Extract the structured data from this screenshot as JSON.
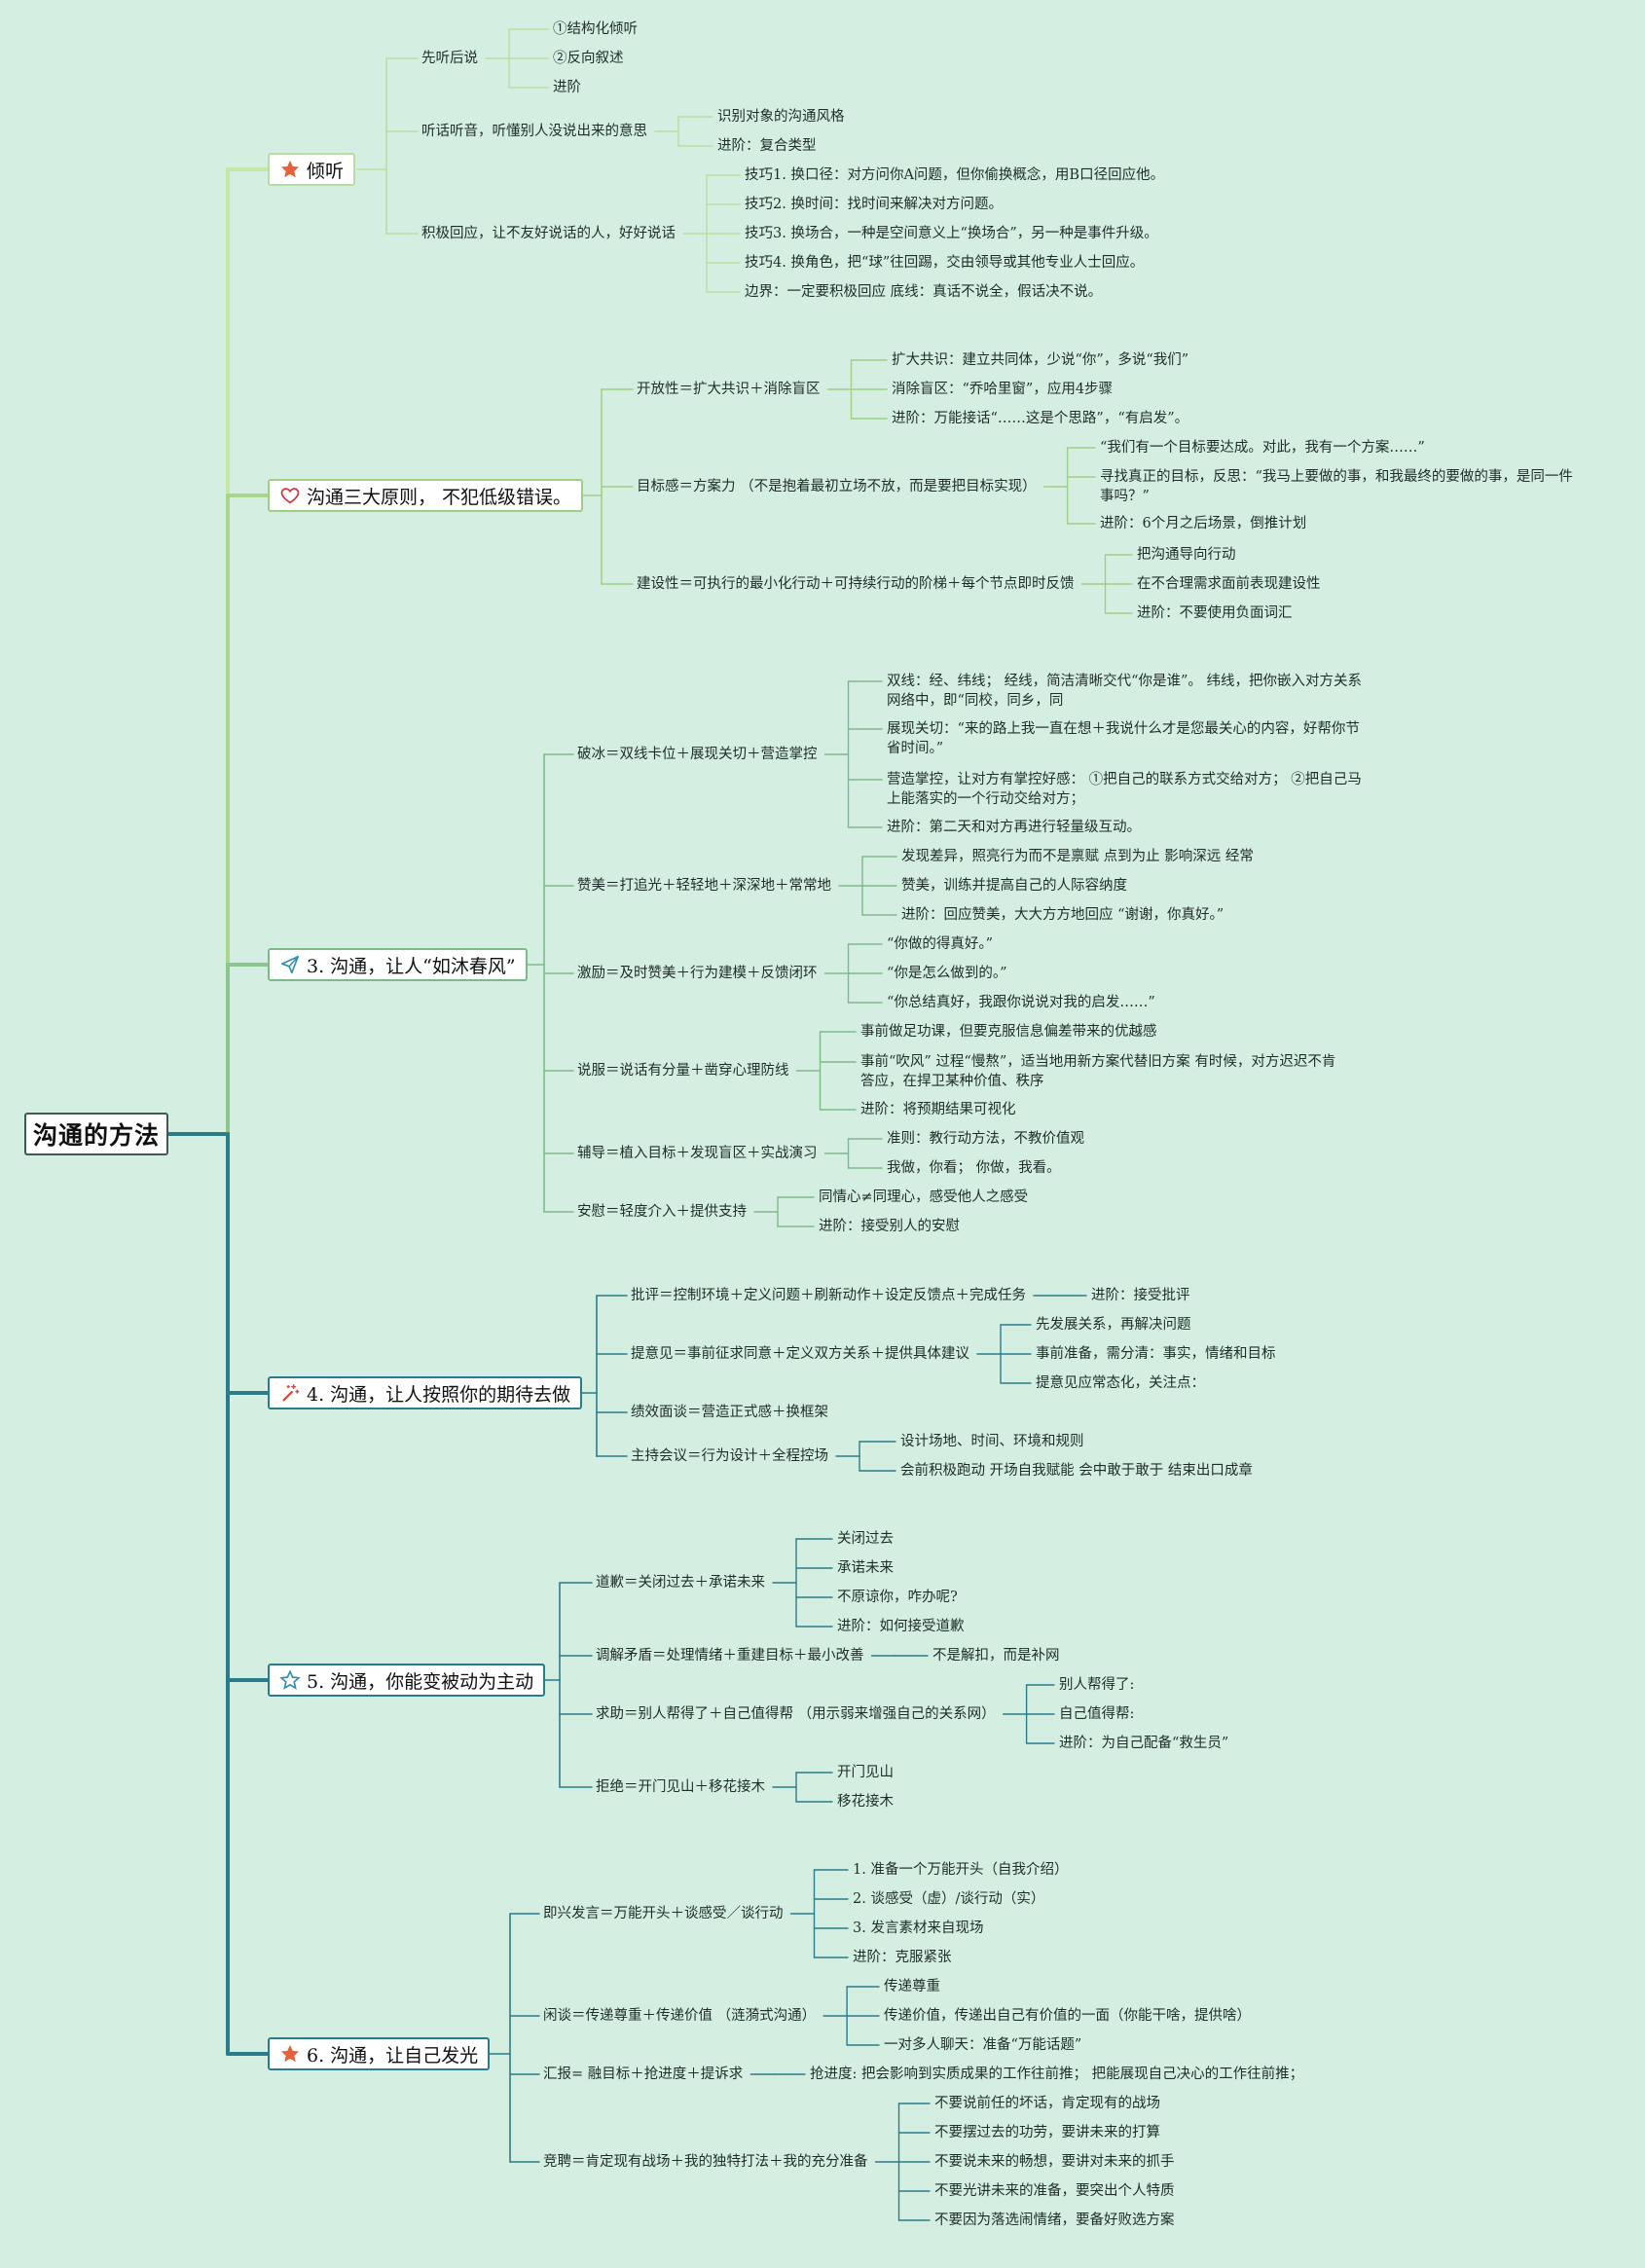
{
  "root": "沟通的方法",
  "branches": [
    {
      "label": "倾听",
      "icon": "star-filled-icon",
      "color": "#b6dea0",
      "children": [
        {
          "label": "先听后说",
          "children": [
            "①结构化倾听",
            "②反向叙述",
            "进阶"
          ]
        },
        {
          "label": "听话听音，听懂别人没说出来的意思",
          "children": [
            "识别对象的沟通风格",
            "进阶：复合类型"
          ]
        },
        {
          "label": "积极回应，让不友好说话的人，好好说话",
          "children": [
            "技巧1. 换口径：对方问你A问题，但你偷换概念，用B口径回应他。",
            "技巧2. 换时间：找时间来解决对方问题。",
            "技巧3. 换场合，一种是空间意义上“换场合”，另一种是事件升级。",
            "技巧4. 换角色，把“球”往回踢，交由领导或其他专业人士回应。",
            "边界：一定要积极回应 底线：真话不说全，假话决不说。"
          ]
        }
      ]
    },
    {
      "label": "沟通三大原则， 不犯低级错误。",
      "icon": "heart-icon",
      "color": "#9fcf86",
      "children": [
        {
          "label": "开放性＝扩大共识＋消除盲区",
          "children": [
            "扩大共识：建立共同体，少说“你”，多说“我们”",
            "消除盲区：“乔哈里窗”，应用4步骤",
            "进阶：万能接话“……这是个思路”，“有启发”。"
          ]
        },
        {
          "label": "目标感＝方案力 （不是抱着最初立场不放，而是要把目标实现）",
          "children": [
            "“我们有一个目标要达成。对此，我有一个方案……”",
            "寻找真正的目标，反思：“我马上要做的事，和我最终的要做的事，是同一件事吗？”",
            "进阶：6个月之后场景，倒推计划"
          ]
        },
        {
          "label": "建设性＝可执行的最小化行动＋可持续行动的阶梯＋每个节点即时反馈",
          "children": [
            "把沟通导向行动",
            "在不合理需求面前表现建设性",
            "进阶：不要使用负面词汇"
          ]
        }
      ]
    },
    {
      "label": "3. 沟通，让人“如沐春风”",
      "icon": "paper-plane-icon",
      "color": "#7fb98a",
      "children": [
        {
          "label": "破冰＝双线卡位＋展现关切＋营造掌控",
          "children": [
            "双线：经、纬线； 经线，简洁清晰交代“你是谁”。 纬线，把你嵌入对方关系网络中，即“同校，同乡，同",
            "展现关切：“来的路上我一直在想＋我说什么才是您最关心的内容，好帮你节省时间。”",
            "营造掌控，让对方有掌控好感： ①把自己的联系方式交给对方； ②把自己马上能落实的一个行动交给对方；",
            "进阶：第二天和对方再进行轻量级互动。"
          ]
        },
        {
          "label": "赞美＝打追光＋轻轻地＋深深地＋常常地",
          "children": [
            "发现差异，照亮行为而不是禀赋 点到为止 影响深远 经常",
            "赞美，训练并提高自己的人际容纳度",
            "进阶：回应赞美，大大方方地回应 “谢谢，你真好。”"
          ]
        },
        {
          "label": "激励＝及时赞美＋行为建模＋反馈闭环",
          "children": [
            "“你做的得真好。”",
            "“你是怎么做到的。”",
            "“你总结真好，我跟你说说对我的启发……”"
          ]
        },
        {
          "label": "说服＝说话有分量＋凿穿心理防线",
          "children": [
            "事前做足功课，但要克服信息偏差带来的优越感",
            "事前“吹风” 过程“慢熬”，适当地用新方案代替旧方案 有时候，对方迟迟不肯答应，在捍卫某种价值、秩序",
            "进阶：将预期结果可视化"
          ]
        },
        {
          "label": "辅导＝植入目标＋发现盲区＋实战演习",
          "children": [
            "准则：教行动方法，不教价值观",
            "我做，你看； 你做，我看。"
          ]
        },
        {
          "label": "安慰＝轻度介入＋提供支持",
          "children": [
            "同情心≠同理心，感受他人之感受",
            "进阶：接受别人的安慰"
          ]
        }
      ]
    },
    {
      "label": "4. 沟通，让人按照你的期待去做",
      "icon": "sparkle-stick-icon",
      "color": "#2b7c8a",
      "children": [
        {
          "label": "批评＝控制环境＋定义问题＋刷新动作＋设定反馈点＋完成任务",
          "children": [
            "进阶：接受批评"
          ]
        },
        {
          "label": "提意见＝事前征求同意＋定义双方关系＋提供具体建议",
          "children": [
            "先发展关系，再解决问题",
            "事前准备，需分清：事实，情绪和目标",
            "提意见应常态化，关注点："
          ]
        },
        {
          "label": "绩效面谈＝营造正式感＋换框架",
          "children": []
        },
        {
          "label": "主持会议＝行为设计＋全程控场",
          "children": [
            "设计场地、时间、环境和规则",
            "会前积极跑动 开场自我赋能 会中敢于敢于 结束出口成章"
          ]
        }
      ]
    },
    {
      "label": "5. 沟通，你能变被动为主动",
      "icon": "star-outline-icon",
      "color": "#2b7c8a",
      "children": [
        {
          "label": "道歉＝关闭过去＋承诺未来",
          "children": [
            "关闭过去",
            "承诺未来",
            "不原谅你，咋办呢?",
            "进阶：如何接受道歉"
          ]
        },
        {
          "label": "调解矛盾＝处理情绪＋重建目标＋最小改善",
          "children": [
            "不是解扣，而是补网"
          ]
        },
        {
          "label": "求助＝别人帮得了＋自己值得帮 （用示弱来增强自己的关系网）",
          "children": [
            "别人帮得了:",
            "自己值得帮:",
            "进阶：为自己配备“救生员”"
          ]
        },
        {
          "label": "拒绝＝开门见山＋移花接木",
          "children": [
            "开门见山",
            "移花接木"
          ]
        }
      ]
    },
    {
      "label": "6. 沟通，让自己发光",
      "icon": "star-filled-icon",
      "color": "#2b7c8a",
      "children": [
        {
          "label": "即兴发言＝万能开头＋谈感受／谈行动",
          "children": [
            "1. 准备一个万能开头（自我介绍）",
            "2. 谈感受（虚）/谈行动（实）",
            "3. 发言素材来自现场",
            "进阶：克服紧张"
          ]
        },
        {
          "label": "闲谈＝传递尊重＋传递价值 （涟漪式沟通）",
          "children": [
            "传递尊重",
            "传递价值，传递出自己有价值的一面（你能干啥，提供啥）",
            "一对多人聊天：准备“万能话题”"
          ]
        },
        {
          "label": "汇报= 融目标＋抢进度＋提诉求",
          "children": [
            "抢进度: 把会影响到实质成果的工作往前推； 把能展现自己决心的工作往前推；"
          ]
        },
        {
          "label": "竞聘＝肯定现有战场＋我的独特打法＋我的充分准备",
          "children": [
            "不要说前任的坏话，肯定现有的战场",
            "不要摆过去的功劳，要讲未来的打算",
            "不要说未来的畅想，要讲对未来的抓手",
            "不要光讲未来的准备，要突出个人特质",
            "不要因为落选闹情绪，要备好败选方案"
          ]
        }
      ]
    }
  ]
}
